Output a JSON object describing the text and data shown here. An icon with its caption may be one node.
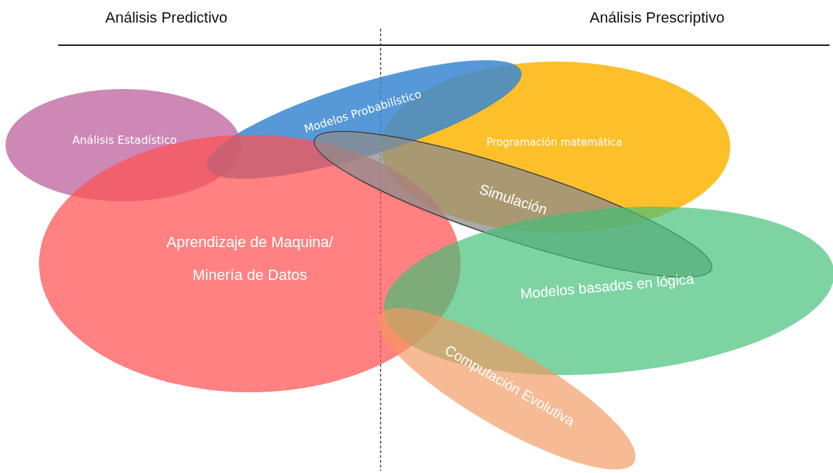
{
  "diagram": {
    "nodes": [
      {
        "text": [
          "Análisis Estadístico"
        ]
      },
      {
        "text": [
          "Modelos Probabilístico"
        ]
      },
      {
        "text": [
          "Programación matemática"
        ]
      },
      {
        "text": [
          "Aprendizaje de Maquina/ Minería de Datos"
        ]
      },
      {
        "text": [
          "Simulación"
        ]
      },
      {
        "text": [
          "Modelos basados en lógica"
        ]
      },
      {
        "text": [
          "Computación Evolutiva"
        ]
      }
    ],
    "edges": [],
    "labels": [
      "Análisis Predictivo",
      "Análisis Prescriptivo"
    ]
  }
}
